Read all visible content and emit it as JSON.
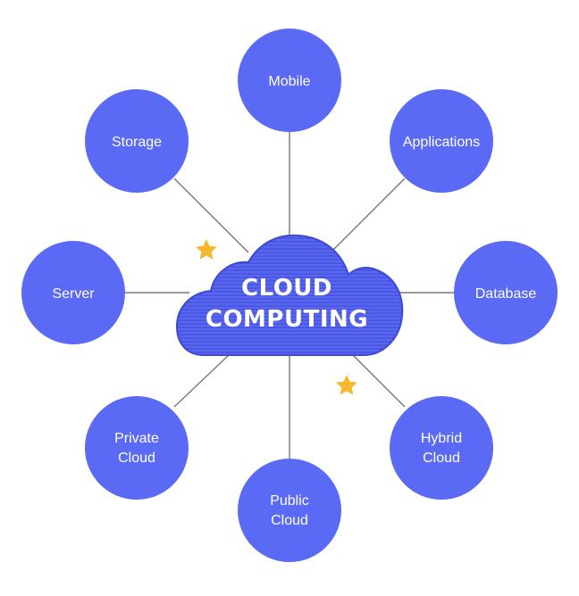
{
  "diagram": {
    "center": {
      "line1": "CLOUD",
      "line2": "COMPUTING"
    },
    "nodes": {
      "mobile": "Mobile",
      "applications": "Applications",
      "database": "Database",
      "hybrid_cloud": [
        "Hybrid",
        "Cloud"
      ],
      "public_cloud": [
        "Public",
        "Cloud"
      ],
      "private_cloud": [
        "Private",
        "Cloud"
      ],
      "server": "Server",
      "storage": "Storage"
    },
    "colors": {
      "node": "#5b6af5",
      "cloud_top": "#5e6cf6",
      "cloud_bottom": "#4350dc",
      "star": "#f5b82e",
      "connector": "#777777"
    }
  }
}
